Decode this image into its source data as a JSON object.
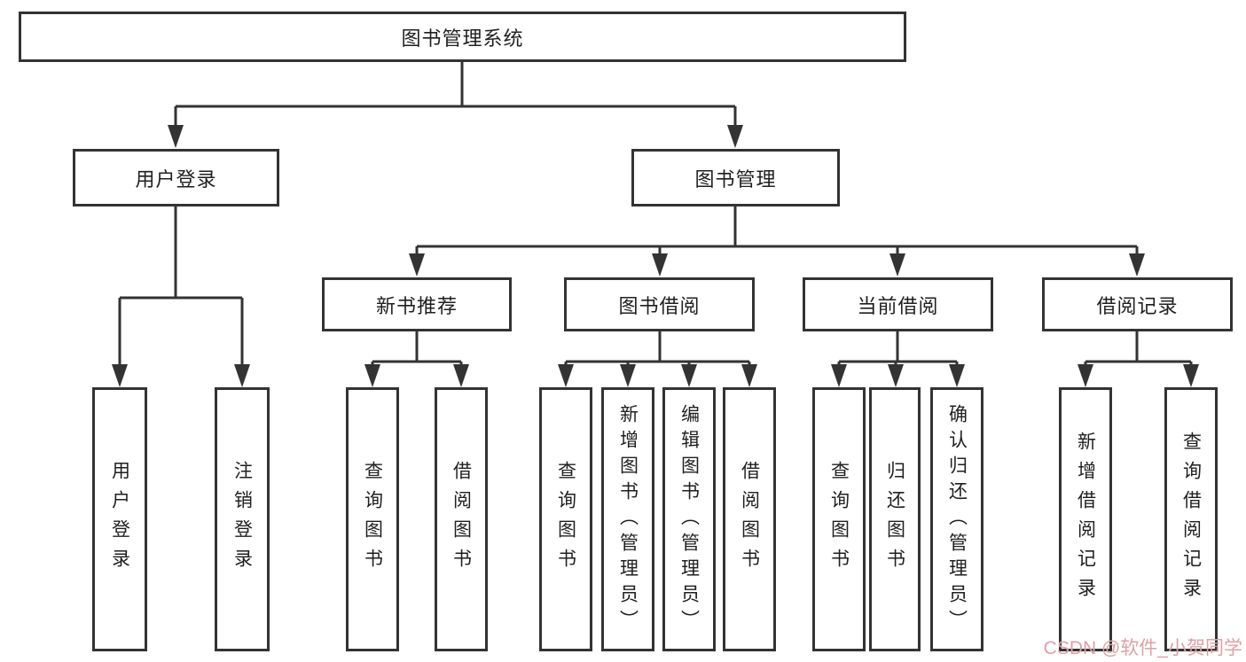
{
  "diagram": {
    "root": {
      "label": "图书管理系统",
      "children": [
        {
          "label": "用户登录",
          "children": [
            {
              "label": "用户登录"
            },
            {
              "label": "注销登录"
            }
          ]
        },
        {
          "label": "图书管理",
          "children": [
            {
              "label": "新书推荐",
              "children": [
                {
                  "label": "查询图书"
                },
                {
                  "label": "借阅图书"
                }
              ]
            },
            {
              "label": "图书借阅",
              "children": [
                {
                  "label": "查询图书"
                },
                {
                  "label": "新增图书（管理员）"
                },
                {
                  "label": "编辑图书（管理员）"
                },
                {
                  "label": "借阅图书"
                }
              ]
            },
            {
              "label": "当前借阅",
              "children": [
                {
                  "label": "查询图书"
                },
                {
                  "label": "归还图书"
                },
                {
                  "label": "确认归还（管理员）"
                }
              ]
            },
            {
              "label": "借阅记录",
              "children": [
                {
                  "label": "新增借阅记录"
                },
                {
                  "label": "查询借阅记录"
                }
              ]
            }
          ]
        }
      ]
    },
    "colors": {
      "line": "#333333",
      "box_border": "#333333",
      "box_fill": "#ffffff",
      "text": "#1f1f1f",
      "watermark": "#dca0a6",
      "background": "#ffffff"
    }
  },
  "watermark": {
    "text": "CSDN @软件_小贺同学"
  }
}
